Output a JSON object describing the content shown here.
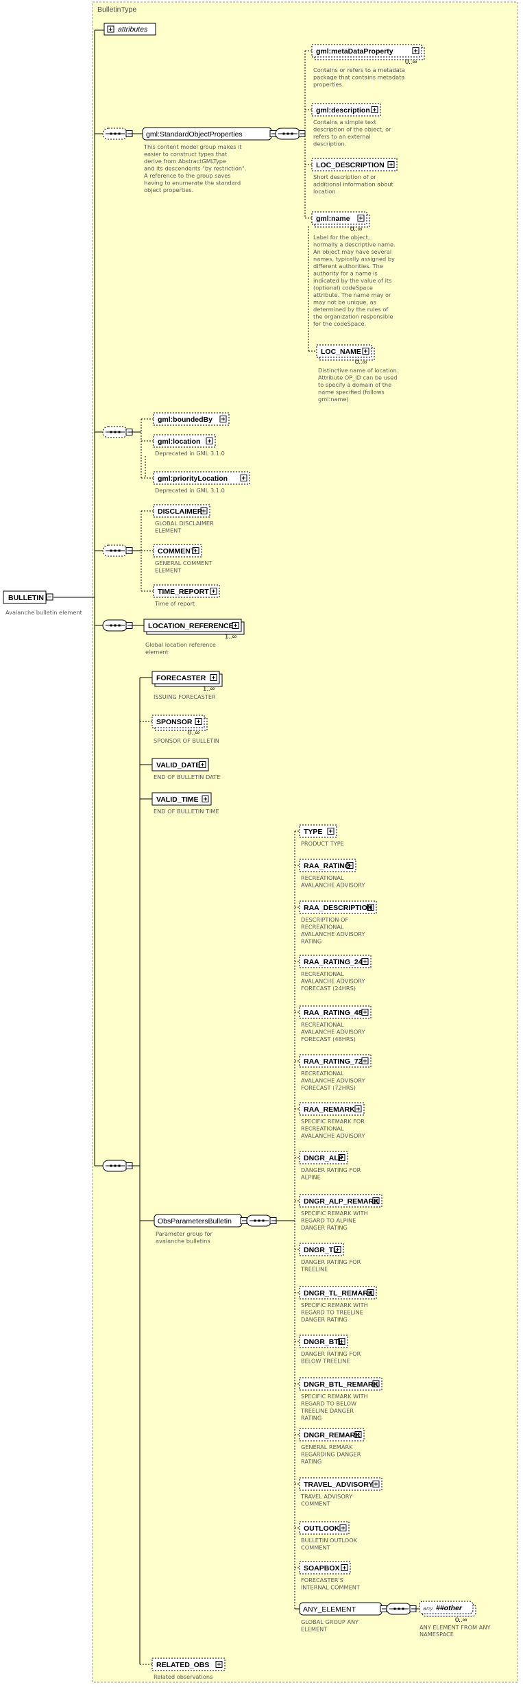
{
  "complex_type": "BulletinType",
  "attributes_label": "attributes",
  "root": {
    "name": "BULLETIN",
    "doc": [
      "Avalanche bulletin element"
    ]
  },
  "elements": [
    {
      "key": "meta",
      "name": "gml:metaDataProperty",
      "card": "0..∞",
      "optional": true,
      "doc": [
        "Contains or refers to a metadata",
        "package that contains metadata",
        "properties."
      ]
    },
    {
      "key": "gmldesc",
      "name": "gml:description",
      "card": "",
      "optional": true,
      "doc": [
        "Contains a simple text",
        "description of the object, or",
        "refers to an external",
        "description."
      ]
    },
    {
      "key": "locdesc",
      "name": "LOC_DESCRIPTION",
      "card": "",
      "optional": true,
      "doc": [
        "Short description of or",
        "additional information about",
        "location"
      ]
    },
    {
      "key": "gmlname",
      "name": "gml:name",
      "card": "0..∞",
      "optional": true,
      "doc": [
        "Label for the object,",
        "normally a descriptive name.",
        "An object may have several",
        "names, typically assigned by",
        "different authorities.  The",
        "authority for a name is",
        "indicated by the value of its",
        "(optional) codeSpace",
        "attribute.  The name may or",
        "may not be unique, as",
        "determined by the rules of",
        "the organization responsible",
        "for the codeSpace."
      ]
    },
    {
      "key": "locname",
      "name": "LOC_NAME",
      "card": "0..∞",
      "optional": true,
      "doc": [
        "Distinctive name of location.",
        "Attribute OP_ID can be used",
        "to specify a domain of the",
        "name specified (follows",
        "gml:name)"
      ]
    },
    {
      "key": "bounded",
      "name": "gml:boundedBy",
      "card": "",
      "optional": true,
      "doc": []
    },
    {
      "key": "location",
      "name": "gml:location",
      "card": "",
      "optional": true,
      "doc": [
        "Deprecated in GML 3.1.0"
      ]
    },
    {
      "key": "priority",
      "name": "gml:priorityLocation",
      "card": "",
      "optional": true,
      "doc": [
        "Deprecated in GML 3.1.0"
      ]
    },
    {
      "key": "disclaimer",
      "name": "DISCLAIMER",
      "card": "",
      "optional": true,
      "doc": [
        "GLOBAL DISCLAIMER",
        "ELEMENT"
      ]
    },
    {
      "key": "comment",
      "name": "COMMENT",
      "card": "",
      "optional": true,
      "doc": [
        "GENERAL COMMENT",
        "ELEMENT"
      ]
    },
    {
      "key": "timereport",
      "name": "TIME_REPORT",
      "card": "",
      "optional": true,
      "doc": [
        "Time of report"
      ]
    },
    {
      "key": "locref",
      "name": "LOCATION_REFERENCE",
      "card": "1..∞",
      "optional": false,
      "doc": [
        "Global location reference",
        "element"
      ]
    },
    {
      "key": "forecaster",
      "name": "FORECASTER",
      "card": "1..∞",
      "optional": false,
      "doc": [
        "ISSUING FORECASTER"
      ]
    },
    {
      "key": "sponsor",
      "name": "SPONSOR",
      "card": "0..∞",
      "optional": true,
      "doc": [
        "SPONSOR OF BULLETIN"
      ]
    },
    {
      "key": "validdate",
      "name": "VALID_DATE",
      "card": "",
      "optional": false,
      "doc": [
        "END OF BULLETIN DATE"
      ]
    },
    {
      "key": "validtime",
      "name": "VALID_TIME",
      "card": "",
      "optional": false,
      "doc": [
        "END OF BULLETIN TIME"
      ]
    },
    {
      "key": "type",
      "name": "TYPE",
      "card": "",
      "optional": true,
      "doc": [
        "PRODUCT TYPE"
      ]
    },
    {
      "key": "raarating",
      "name": "RAA_RATING",
      "card": "",
      "optional": true,
      "doc": [
        "RECREATIONAL",
        "AVALANCHE ADVISORY"
      ]
    },
    {
      "key": "raadesc",
      "name": "RAA_DESCRIPTION",
      "card": "",
      "optional": true,
      "doc": [
        "DESCRIPTION OF",
        "RECREATIONAL",
        "AVALANCHE ADVISORY",
        "RATING"
      ]
    },
    {
      "key": "raa24",
      "name": "RAA_RATING_24",
      "card": "",
      "optional": true,
      "doc": [
        "RECREATIONAL",
        "AVALANCHE ADVISORY",
        "FORECAST (24HRS)"
      ]
    },
    {
      "key": "raa48",
      "name": "RAA_RATING_48",
      "card": "",
      "optional": true,
      "doc": [
        "RECREATIONAL",
        "AVALANCHE ADVISORY",
        "FORECAST (48HRS)"
      ]
    },
    {
      "key": "raa72",
      "name": "RAA_RATING_72",
      "card": "",
      "optional": true,
      "doc": [
        "RECREATIONAL",
        "AVALANCHE ADVISORY",
        "FORECAST (72HRS)"
      ]
    },
    {
      "key": "raaremark",
      "name": "RAA_REMARK",
      "card": "",
      "optional": true,
      "doc": [
        "SPECIFIC REMARK FOR",
        "RECREATIONAL",
        "AVALANCHE ADVISORY"
      ]
    },
    {
      "key": "dngralp",
      "name": "DNGR_ALP",
      "card": "",
      "optional": true,
      "doc": [
        "DANGER RATING FOR",
        "ALPINE"
      ]
    },
    {
      "key": "dngralprem",
      "name": "DNGR_ALP_REMARK",
      "card": "",
      "optional": true,
      "doc": [
        "SPECIFIC REMARK WITH",
        "REGARD TO ALPINE",
        "DANGER RATING"
      ]
    },
    {
      "key": "dngrtl",
      "name": "DNGR_TL",
      "card": "",
      "optional": true,
      "doc": [
        "DANGER RATING FOR",
        "TREELINE"
      ]
    },
    {
      "key": "dngrtlrem",
      "name": "DNGR_TL_REMARK",
      "card": "",
      "optional": true,
      "doc": [
        "SPECIFIC REMARK WITH",
        "REGARD TO TREELINE",
        "DANGER RATING"
      ]
    },
    {
      "key": "dngrbtl",
      "name": "DNGR_BTL",
      "card": "",
      "optional": true,
      "doc": [
        "DANGER RATING FOR",
        "BELOW TREELINE"
      ]
    },
    {
      "key": "dngrbtlrem",
      "name": "DNGR_BTL_REMARK",
      "card": "",
      "optional": true,
      "doc": [
        "SPECIFIC REMARK WITH",
        "REGARD TO BELOW",
        "TREELINE DANGER",
        "RATING"
      ]
    },
    {
      "key": "dngrrem",
      "name": "DNGR_REMARK",
      "card": "",
      "optional": true,
      "doc": [
        "GENERAL REMARK",
        "REGARDING DANGER",
        "RATING"
      ]
    },
    {
      "key": "travel",
      "name": "TRAVEL_ADVISORY",
      "card": "",
      "optional": true,
      "doc": [
        "TRAVEL ADVISORY",
        "COMMENT"
      ]
    },
    {
      "key": "outlook",
      "name": "OUTLOOK",
      "card": "",
      "optional": true,
      "doc": [
        "BULLETIN OUTLOOK",
        "COMMENT"
      ]
    },
    {
      "key": "soapbox",
      "name": "SOAPBOX",
      "card": "",
      "optional": true,
      "doc": [
        "FORECASTER'S",
        "INTERNAL COMMENT"
      ]
    },
    {
      "key": "relatedobs",
      "name": "RELATED_OBS",
      "card": "",
      "optional": true,
      "doc": [
        "Related observations"
      ]
    }
  ],
  "groups": [
    {
      "key": "stdprops",
      "name": "gml:StandardObjectProperties",
      "doc": [
        "This content model group makes it",
        "easier to construct types that",
        "      derive from AbstractGMLType",
        "and its descendents \"by restriction\".",
        "      A reference to the group saves",
        "having to enumerate the standard",
        "object properties."
      ]
    },
    {
      "key": "obsparams",
      "name": "ObsParametersBulletin",
      "doc": [
        "Parameter group for",
        "avalanche bulletins"
      ]
    },
    {
      "key": "anyelem",
      "name": "ANY_ELEMENT",
      "doc": [
        "GLOBAL GROUP ANY",
        "ELEMENT"
      ]
    }
  ],
  "wildcard": {
    "prefix": "any",
    "ns": "##other",
    "card": "0..∞",
    "doc": [
      "ANY ELEMENT FROM ANY",
      "NAMESPACE"
    ]
  }
}
